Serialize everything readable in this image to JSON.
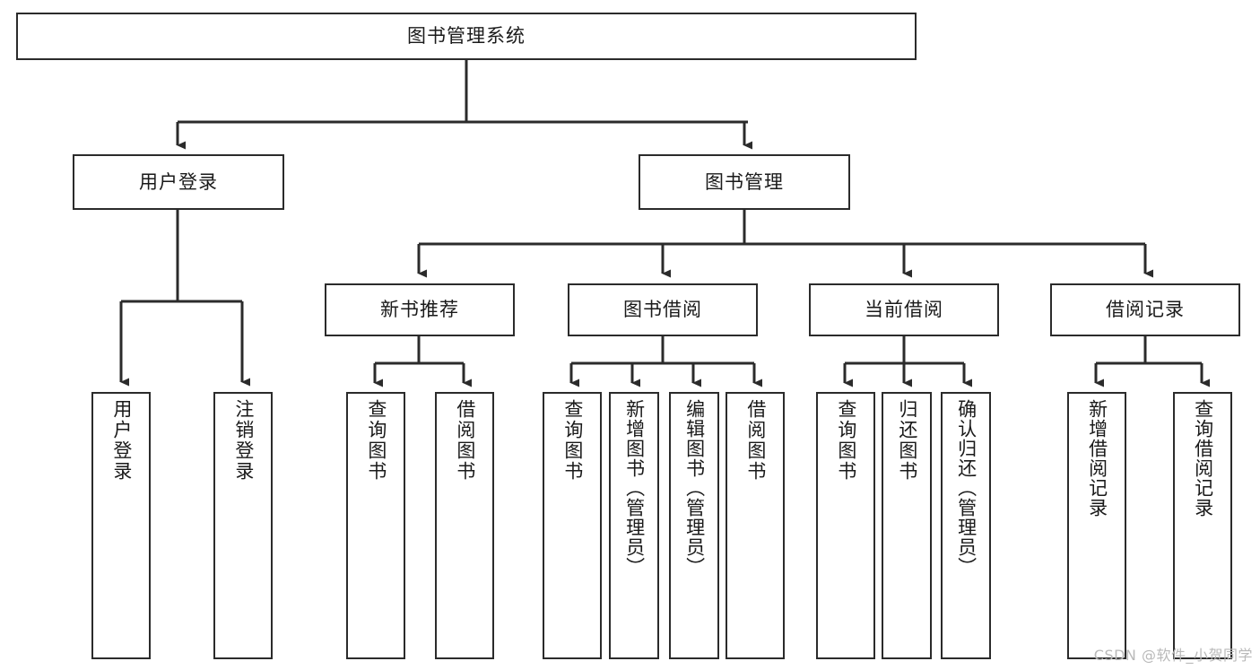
{
  "diagram": {
    "title_box": {
      "label": "图书管理系统"
    },
    "level2": [
      {
        "id": "user-login",
        "label": "用户登录"
      },
      {
        "id": "book-manage",
        "label": "图书管理"
      }
    ],
    "level3": [
      {
        "id": "new-book-recommend",
        "label": "新书推荐"
      },
      {
        "id": "book-borrow",
        "label": "图书借阅"
      },
      {
        "id": "current-borrow",
        "label": "当前借阅"
      },
      {
        "id": "borrow-record",
        "label": "借阅记录"
      }
    ],
    "leaves": [
      {
        "id": "leaf-user-login",
        "label": "用户登录",
        "parent": "user-login"
      },
      {
        "id": "leaf-logout",
        "label": "注销登录",
        "parent": "user-login"
      },
      {
        "id": "leaf-query-book-1",
        "label": "查询图书",
        "parent": "new-book-recommend"
      },
      {
        "id": "leaf-borrow-book-1",
        "label": "借阅图书",
        "parent": "new-book-recommend"
      },
      {
        "id": "leaf-query-book-2",
        "label": "查询图书",
        "parent": "book-borrow"
      },
      {
        "id": "leaf-add-book",
        "label": "新增图书（管理员）",
        "parent": "book-borrow"
      },
      {
        "id": "leaf-edit-book",
        "label": "编辑图书（管理员）",
        "parent": "book-borrow"
      },
      {
        "id": "leaf-borrow-book-2",
        "label": "借阅图书",
        "parent": "book-borrow"
      },
      {
        "id": "leaf-query-book-3",
        "label": "查询图书",
        "parent": "current-borrow"
      },
      {
        "id": "leaf-return-book",
        "label": "归还图书",
        "parent": "current-borrow"
      },
      {
        "id": "leaf-confirm-return",
        "label": "确认归还（管理员）",
        "parent": "current-borrow"
      },
      {
        "id": "leaf-add-record",
        "label": "新增借阅记录",
        "parent": "borrow-record"
      },
      {
        "id": "leaf-query-record",
        "label": "查询借阅记录",
        "parent": "borrow-record"
      }
    ],
    "watermark": "CSDN @软件_小贺同学",
    "colors": {
      "stroke": "#2b2b2b",
      "fill": "#ffffff",
      "text": "#1a1a1a",
      "watermark": "#b9b9b9"
    }
  }
}
